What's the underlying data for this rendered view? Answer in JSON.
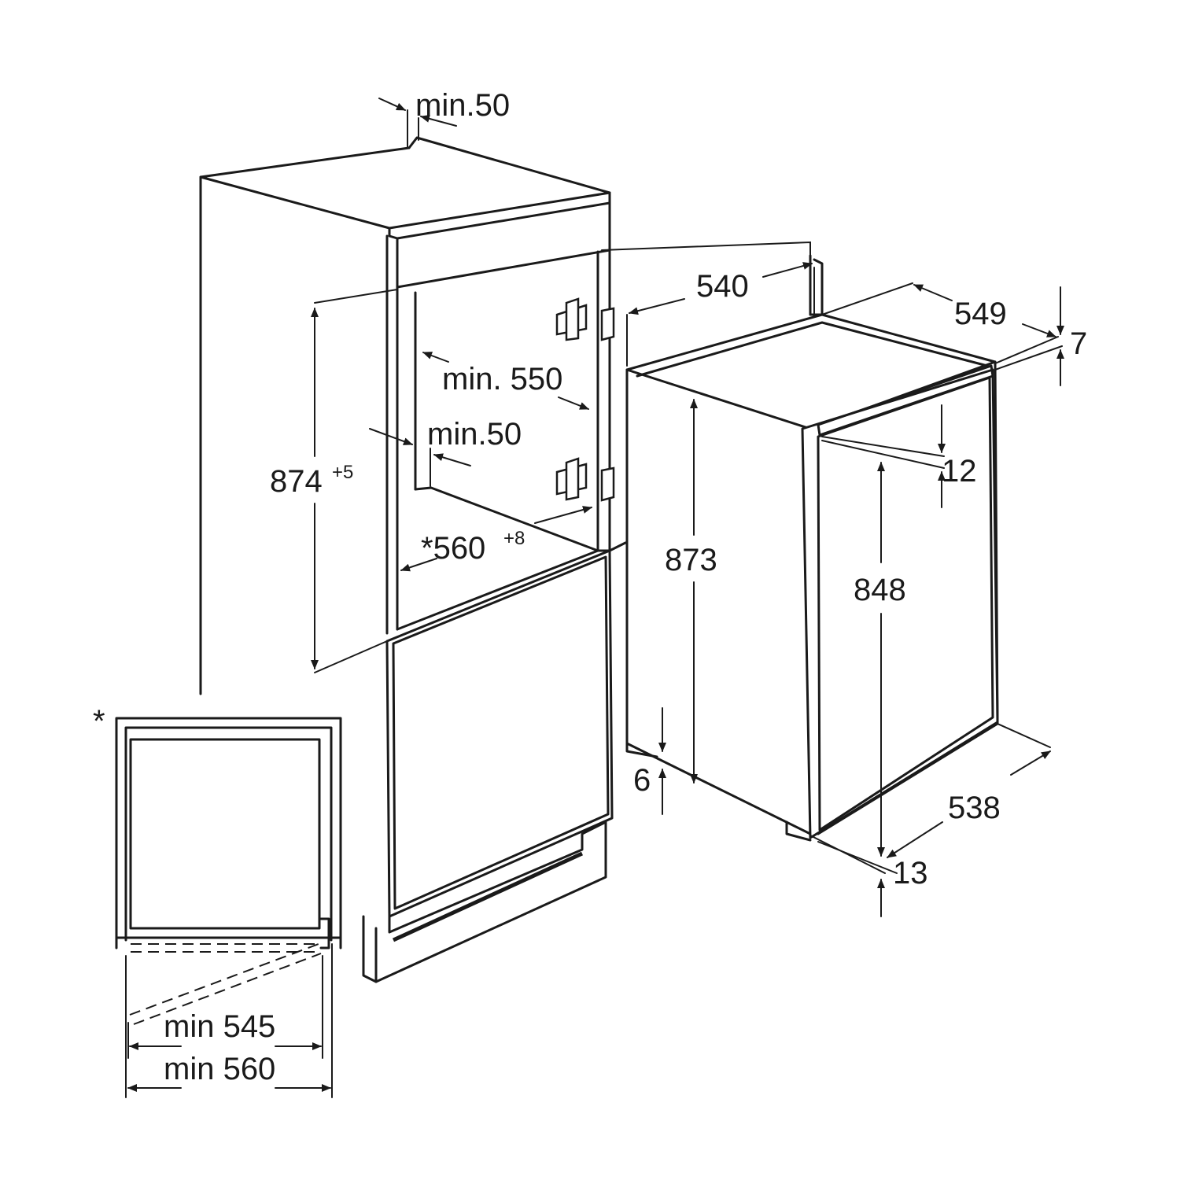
{
  "labels": {
    "top_gap": "min.50",
    "niche_width": "540",
    "appliance_depth": "549",
    "top_offset": "7",
    "niche_depth": "min. 550",
    "rear_gap": "min.50",
    "niche_height": "874",
    "niche_height_tolerance": "+5",
    "niche_inner_width": "*560",
    "niche_inner_width_tolerance": "+8",
    "appliance_height": "873",
    "door_offset": "12",
    "door_height": "848",
    "plinth_gap": "6",
    "appliance_width": "538",
    "bottom_offset": "13",
    "asterisk": "*",
    "plan_inner_width": "min 545",
    "plan_outer_width": "min 560"
  }
}
